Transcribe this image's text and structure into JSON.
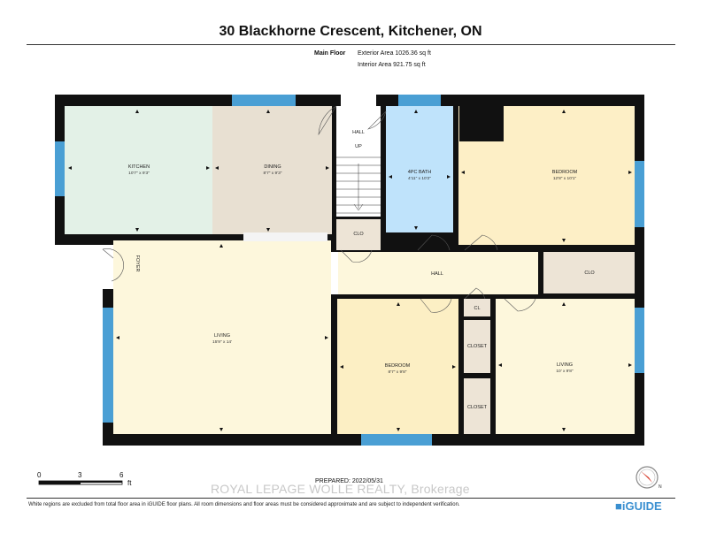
{
  "header": {
    "title": "30 Blackhorne Crescent, Kitchener, ON",
    "floor_label": "Main Floor",
    "exterior_area": "Exterior Area 1026.36 sq ft",
    "interior_area": "Interior Area 921.75 sq ft"
  },
  "rooms": {
    "kitchen": {
      "name": "KITCHEN",
      "dims": "10'7\" x 9'3\""
    },
    "dining": {
      "name": "DINING",
      "dims": "8'7\" x 9'3\""
    },
    "hall_top": {
      "name": "HALL"
    },
    "stairs_up": {
      "name": "UP"
    },
    "bath": {
      "name": "4PC BATH",
      "dims": "4'11\" x 10'2\""
    },
    "bedroom_ne": {
      "name": "BEDROOM",
      "dims": "12'8\" x 10'1\""
    },
    "clo_stair": {
      "name": "CLO"
    },
    "foyer": {
      "name": "FOYER"
    },
    "hall_mid": {
      "name": "HALL"
    },
    "clo_right": {
      "name": "CLO"
    },
    "living_w": {
      "name": "LIVING",
      "dims": "15'9\" x 14'"
    },
    "cl": {
      "name": "CL"
    },
    "bedroom_s": {
      "name": "BEDROOM",
      "dims": "8'7\" x 9'8\""
    },
    "closet_1": {
      "name": "CLOSET"
    },
    "closet_2": {
      "name": "CLOSET"
    },
    "living_e": {
      "name": "LIVING",
      "dims": "10' x 9'8\""
    }
  },
  "scale": {
    "t0": "0",
    "t3": "3",
    "t6": "6",
    "unit": "ft"
  },
  "footer": {
    "prepared": "PREPARED: 2022/05/31",
    "watermark": "ROYAL LEPAGE WOLLE REALTY, Brokerage",
    "disclaimer": "White regions are excluded from total floor area in iGUIDE floor plans. All room dimensions and floor areas must be considered approximate and are subject to independent verification.",
    "brand": "■iGUIDE"
  },
  "colors": {
    "wall": "#111111",
    "window": "#4a9fd4",
    "kitchen": "#e3f1e7",
    "dining": "#e8e0d2",
    "bath": "#bfe3fb",
    "bedroom_ne": "#fdefc6",
    "living": "#fdf7dc",
    "bedroom_s": "#fcefc4",
    "closet": "#ede4d6",
    "hall": "#fdf7dc"
  }
}
